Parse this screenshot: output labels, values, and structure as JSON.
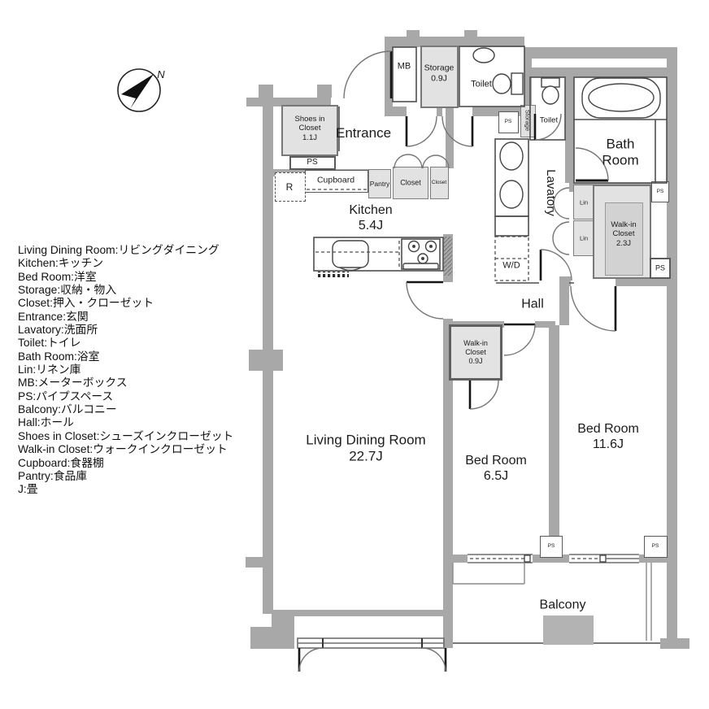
{
  "legend": {
    "items": [
      "Living Dining Room:リビングダイニング",
      "Kitchen:キッチン",
      "Bed Room:洋室",
      "Storage:収納・物入",
      "Closet:押入・クローゼット",
      "Entrance:玄関",
      "Lavatory:洗面所",
      "Toilet:トイレ",
      "Bath Room:浴室",
      "Lin:リネン庫",
      "MB:メーターボックス",
      "PS:パイプスペース",
      "Balcony:バルコニー",
      "Hall:ホール",
      "Shoes in Closet:シューズインクローゼット",
      "Walk-in Closet:ウォークインクローゼット",
      "Cupboard:食器棚",
      "Pantry:食品庫",
      "J:畳"
    ]
  },
  "compass": {
    "north": "N"
  },
  "rooms": {
    "entrance": {
      "name": "Entrance"
    },
    "kitchen": {
      "name": "Kitchen",
      "size": "5.4J"
    },
    "living": {
      "name": "Living Dining Room",
      "size": "22.7J"
    },
    "bed1": {
      "name": "Bed Room",
      "size": "6.5J"
    },
    "bed2": {
      "name": "Bed Room",
      "size": "11.6J"
    },
    "bath": {
      "name": "Bath Room"
    },
    "lavatory": {
      "name": "Lavatory"
    },
    "hall": {
      "name": "Hall"
    },
    "balcony": {
      "name": "Balcony"
    },
    "storage_top": {
      "name": "Storage",
      "size": "0.9J"
    },
    "shoes": {
      "name": "Shoes in Closet",
      "size": "1.1J"
    },
    "wic_large": {
      "name": "Walk-in Closet",
      "size": "2.3J"
    },
    "wic_small": {
      "name": "Walk-in Closet",
      "size": "0.9J"
    }
  },
  "labels": {
    "mb": "MB",
    "ps": "PS",
    "toilet": "Toilet",
    "storage": "Storage",
    "lin": "Lin",
    "wd": "W/D",
    "fridge": "R",
    "cupboard": "Cupboard",
    "pantry": "Pantry",
    "closet": "Closet"
  },
  "colors": {
    "wall": "#a8a8a8",
    "closet_fill": "#e2e2e2",
    "balcony_block": "#b3b3b3"
  }
}
